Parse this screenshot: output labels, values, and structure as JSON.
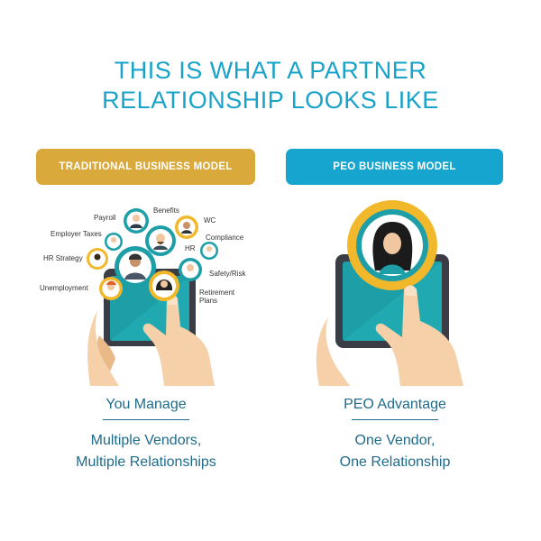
{
  "title": {
    "line1": "THIS IS WHAT A PARTNER",
    "line2": "RELATIONSHIP LOOKS LIKE"
  },
  "left": {
    "header": "TRADITIONAL BUSINESS MODEL",
    "labels": {
      "benefits": "Benefits",
      "payroll": "Payroll",
      "wc": "WC",
      "employer_taxes": "Employer Taxes",
      "compliance": "Compliance",
      "hr": "HR",
      "hr_strategy": "HR Strategy",
      "safety_risk": "Safety/Risk",
      "unemployment": "Unemployment",
      "retirement_plans_1": "Retirement",
      "retirement_plans_2": "Plans"
    },
    "caption": "You Manage",
    "sub1": "Multiple Vendors,",
    "sub2": "Multiple Relationships"
  },
  "right": {
    "header": "PEO BUSINESS MODEL",
    "caption": "PEO Advantage",
    "sub1": "One Vendor,",
    "sub2": "One Relationship"
  },
  "colors": {
    "title": "#1aa3c9",
    "gold": "#d9a93c",
    "blue": "#15a5cf",
    "teal_screen": "#1e9fa8",
    "skin": "#f6d0a8",
    "text_dark": "#1f6b8a"
  },
  "icons": [
    "person-avatar-icon",
    "hand-icon",
    "tablet-icon"
  ]
}
